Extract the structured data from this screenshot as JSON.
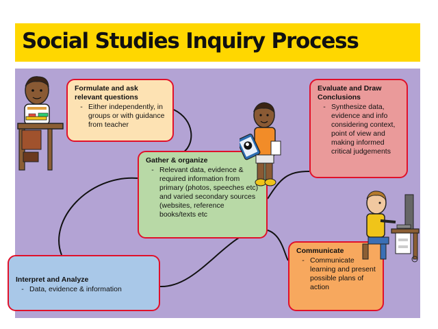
{
  "title": "Social Studies Inquiry Process",
  "colors": {
    "title_bg": "#ffd700",
    "panel_bg": "#b3a3d4",
    "box_border": "#e0102a",
    "formulate_bg": "#fde2b3",
    "gather_bg": "#b8d9a6",
    "evaluate_bg": "#ea9a9a",
    "interpret_bg": "#a9c8e8",
    "communicate_bg": "#f7a85e",
    "connector": "#111111"
  },
  "steps": {
    "formulate": {
      "title": "Formulate and ask relevant questions",
      "bullets": [
        "Either independently, in groups or with guidance from teacher"
      ]
    },
    "gather": {
      "title": "Gather & organize",
      "bullets": [
        "Relevant data, evidence & required information from primary (photos, speeches etc) and varied secondary sources (websites, reference books/texts etc"
      ]
    },
    "evaluate": {
      "title": "Evaluate and Draw Conclusions",
      "bullets": [
        "Synthesize data, evidence and info considering context, point of view and making informed critical judgements"
      ]
    },
    "interpret": {
      "title": "Interpret and Analyze",
      "bullets": [
        "Data, evidence & information"
      ]
    },
    "communicate": {
      "title": "Communicate",
      "bullets": [
        "Communicate learning and present possible plans of action"
      ]
    }
  },
  "bullet_marker": "-",
  "illustrations": [
    "student-at-desk-icon",
    "student-with-tablet-icon",
    "student-at-computer-icon"
  ]
}
